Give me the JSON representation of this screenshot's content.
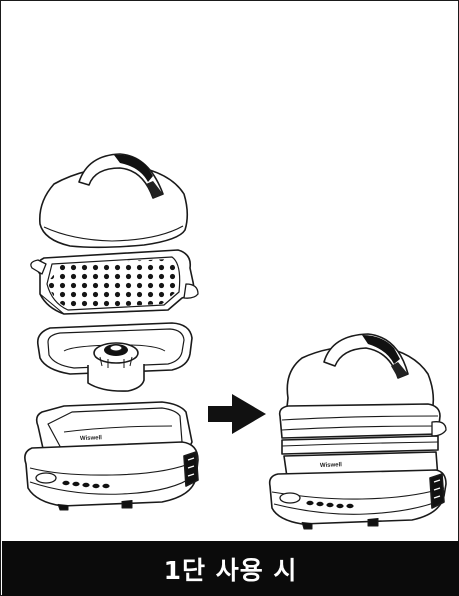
{
  "caption": {
    "text": "1단 사용 시",
    "background": "#0b0b0b",
    "color": "#ffffff"
  },
  "illustration": {
    "exploded_view": {
      "base_brand": "Wiswell"
    },
    "assembled_view": {
      "base_brand": "Wiswell"
    },
    "arrow_icon": "right-arrow-icon"
  },
  "colors": {
    "line": "#1a1a1a",
    "dark": "#111111"
  }
}
